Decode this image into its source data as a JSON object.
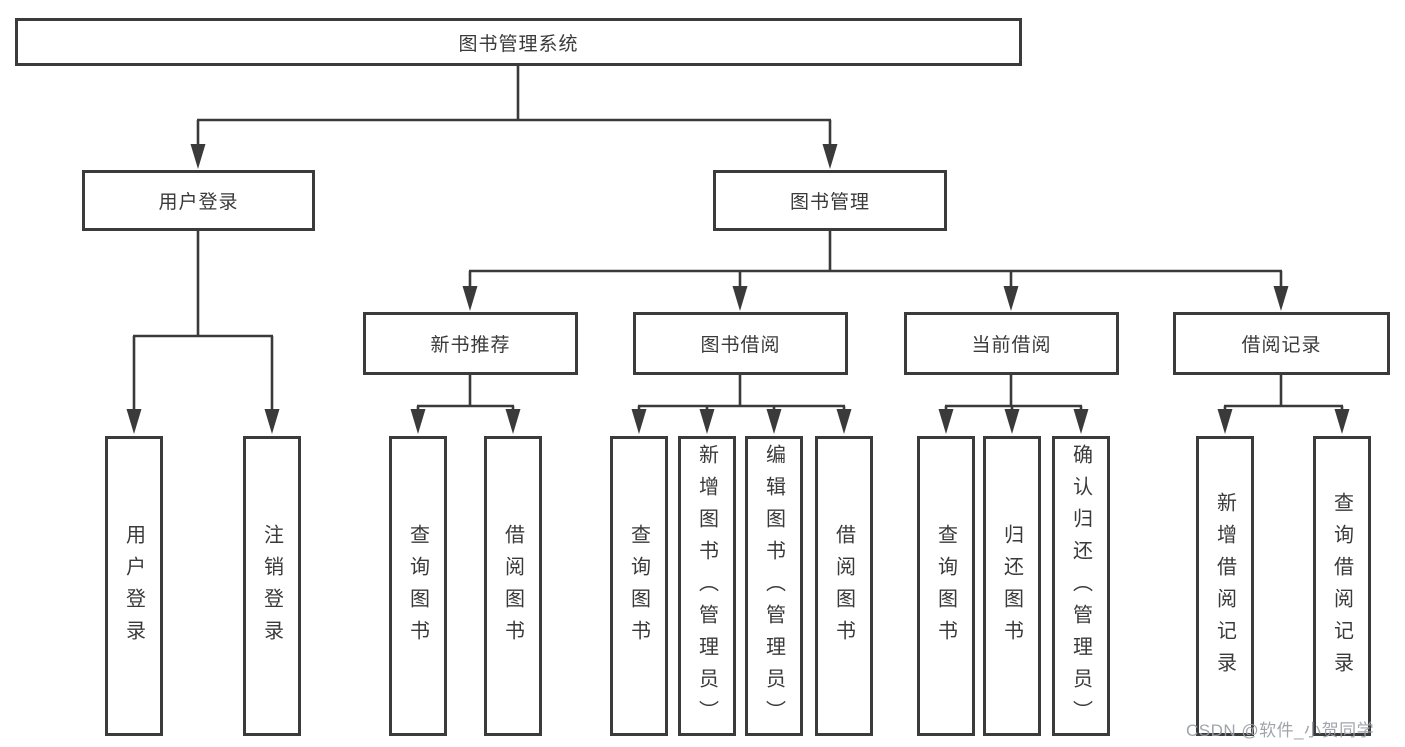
{
  "tree": {
    "label": "图书管理系统",
    "children": [
      {
        "label": "用户登录",
        "children": [
          {
            "label": "用户登录"
          },
          {
            "label": "注销登录"
          }
        ]
      },
      {
        "label": "图书管理",
        "children": [
          {
            "label": "新书推荐",
            "children": [
              {
                "label": "查询图书"
              },
              {
                "label": "借阅图书"
              }
            ]
          },
          {
            "label": "图书借阅",
            "children": [
              {
                "label": "查询图书"
              },
              {
                "label": "新增图书（管理员）"
              },
              {
                "label": "编辑图书（管理员）"
              },
              {
                "label": "借阅图书"
              }
            ]
          },
          {
            "label": "当前借阅",
            "children": [
              {
                "label": "查询图书"
              },
              {
                "label": "归还图书"
              },
              {
                "label": "确认归还（管理员）"
              }
            ]
          },
          {
            "label": "借阅记录",
            "children": [
              {
                "label": "新增借阅记录"
              },
              {
                "label": "查询借阅记录"
              }
            ]
          }
        ]
      }
    ]
  },
  "watermark": "CSDN @软件_小贺同学",
  "colors": {
    "line": "#3a3a3a",
    "box_border": "#3b3b3b",
    "text": "#3a3a3a",
    "watermark": "#9ba0a8",
    "background": "#ffffff"
  }
}
